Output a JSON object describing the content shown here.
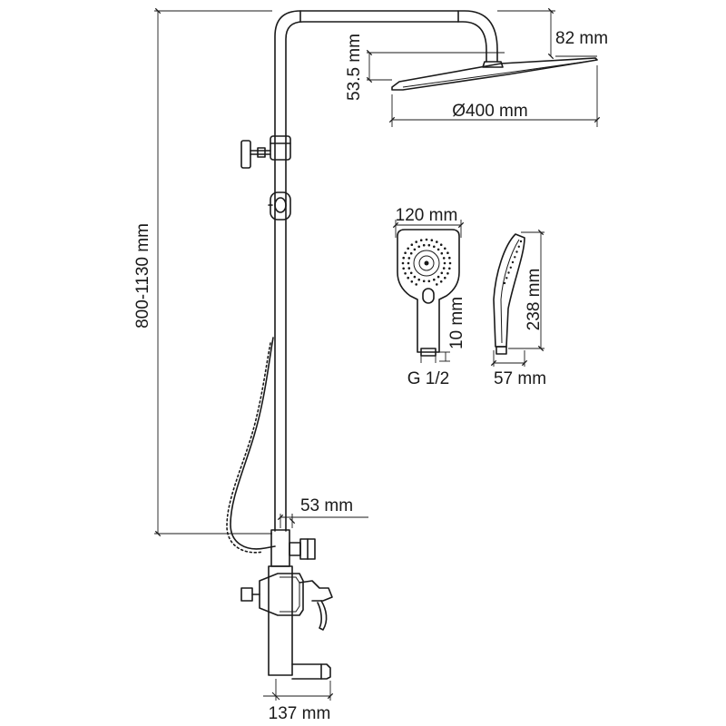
{
  "dimensions": {
    "height_range": "800-1130 mm",
    "head_height": "82 mm",
    "head_thickness": "53.5 mm",
    "head_diameter": "Ø400 mm",
    "hand_width": "120 mm",
    "hand_length": "238 mm",
    "hand_connector": "10 mm",
    "thread": "G 1/2",
    "hand_depth": "57 mm",
    "wall_offset": "53 mm",
    "spout_length": "137 mm"
  },
  "colors": {
    "line": "#1a1a1a",
    "background": "#ffffff"
  }
}
